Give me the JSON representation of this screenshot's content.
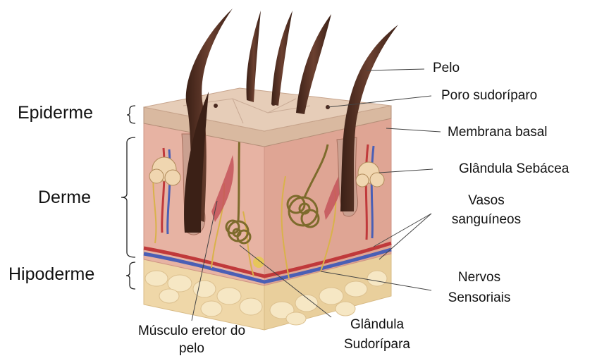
{
  "layers": {
    "epiderme": "Epiderme",
    "derme": "Derme",
    "hipoderme": "Hipoderme"
  },
  "labels": {
    "pelo": "Pelo",
    "poro": "Poro sudoríparo",
    "membrana": "Membrana basal",
    "sebacea": "Glândula Sebácea",
    "vasos_1": "Vasos",
    "vasos_2": "sanguíneos",
    "nervos_1": "Nervos",
    "nervos_2": "Sensoriais",
    "sudoripara_1": "Glândula",
    "sudoripara_2": "Sudorípara",
    "musculo_1": "Músculo eretor do",
    "musculo_2": "pelo"
  },
  "colors": {
    "epidermis_top": "#d9b9a0",
    "dermis": "#e4aa9a",
    "hypodermis": "#f3e0b2",
    "hair": "#5a3426",
    "artery": "#c0393b",
    "vein": "#4a5fb5",
    "nerve": "#d9b24a",
    "gland": "#8a7a3a"
  }
}
